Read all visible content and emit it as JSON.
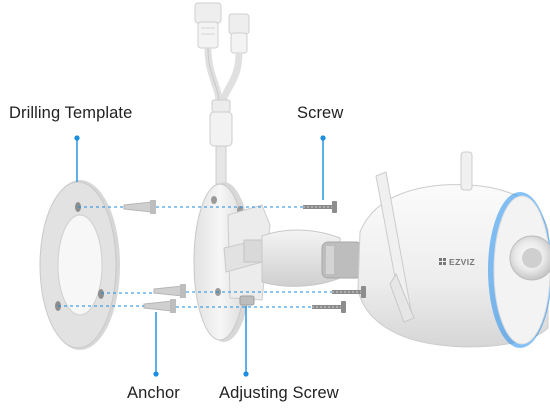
{
  "callouts": {
    "drilling_template": "Drilling Template",
    "screw": "Screw",
    "anchor": "Anchor",
    "adjusting_screw": "Adjusting Screw"
  },
  "camera": {
    "brand": "EZVIZ"
  },
  "colors": {
    "leader_line": "#1a8ee0",
    "guide_line": "#1a8ee0",
    "accent_ring": "#1f8ef0",
    "label_text": "#222222"
  }
}
